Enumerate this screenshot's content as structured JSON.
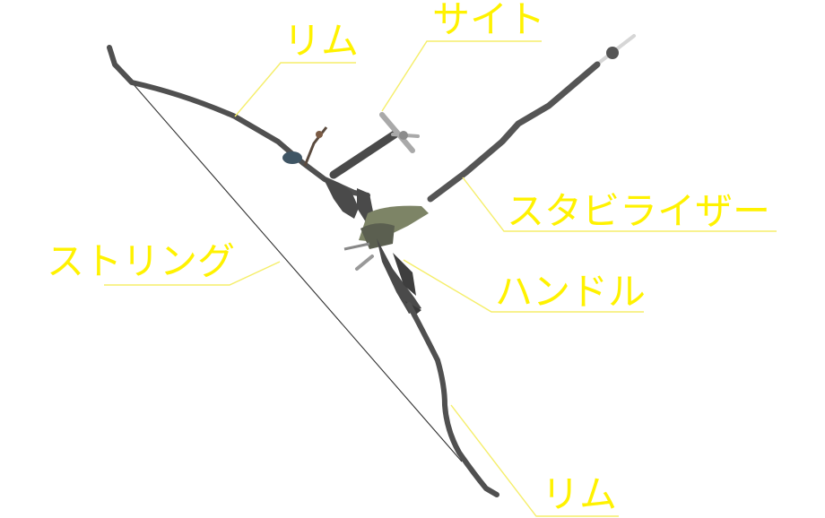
{
  "labels": {
    "limb_top": "リム",
    "sight": "サイト",
    "stabilizer": "スタビライザー",
    "string": "ストリング",
    "handle": "ハンドル",
    "limb_bottom": "リム"
  },
  "colors": {
    "label": "#fff200",
    "leader": "#f5ee6a",
    "bow": "#4d4d4d",
    "string": "#333333",
    "grip": "#7d8466",
    "sight_pin": "#a8a8a8"
  }
}
